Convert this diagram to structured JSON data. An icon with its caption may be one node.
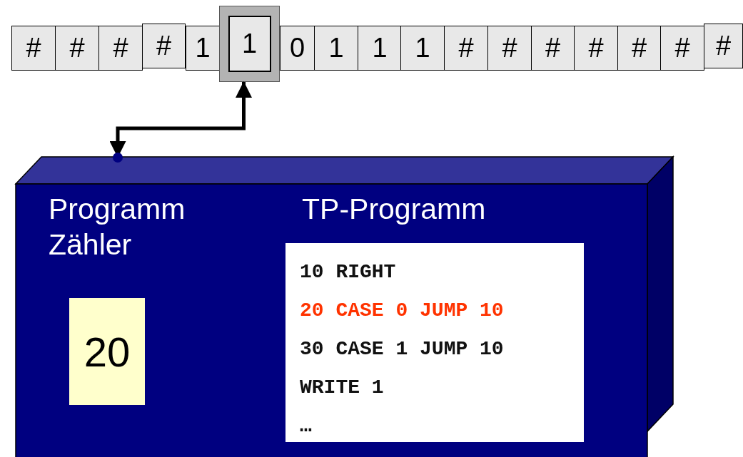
{
  "diagram": {
    "nodes": [
      {
        "text": [
          "#"
        ]
      },
      {
        "text": [
          "#"
        ]
      },
      {
        "text": [
          "#"
        ]
      },
      {
        "text": [
          "#"
        ]
      },
      {
        "text": [
          "1"
        ]
      },
      {
        "text": [],
        "shape": "box"
      },
      {
        "text": [
          "1"
        ],
        "in": 5
      },
      {
        "text": [
          "0"
        ]
      },
      {
        "text": [
          "1"
        ]
      },
      {
        "text": [
          "1"
        ]
      },
      {
        "text": [
          "1"
        ]
      },
      {
        "text": [
          "#"
        ]
      },
      {
        "text": [
          "#"
        ]
      },
      {
        "text": [
          "#"
        ]
      },
      {
        "text": [
          "#"
        ]
      },
      {
        "text": [
          "#"
        ]
      },
      {
        "text": [
          "#"
        ]
      },
      {
        "text": [
          "#"
        ]
      },
      {
        "text": [
          "Programm Zähler",
          "TP-Programm"
        ]
      },
      {
        "text": [
          "20"
        ],
        "in": 18
      },
      {
        "text": [
          "10 RIGHT",
          "20 CASE 0 JUMP 10",
          "30 CASE 1 JUMP 10",
          "WRITE 1",
          "…"
        ],
        "in": 18
      }
    ],
    "edges": [
      {
        "from": 18,
        "to": 5,
        "arrow": "both"
      }
    ]
  }
}
